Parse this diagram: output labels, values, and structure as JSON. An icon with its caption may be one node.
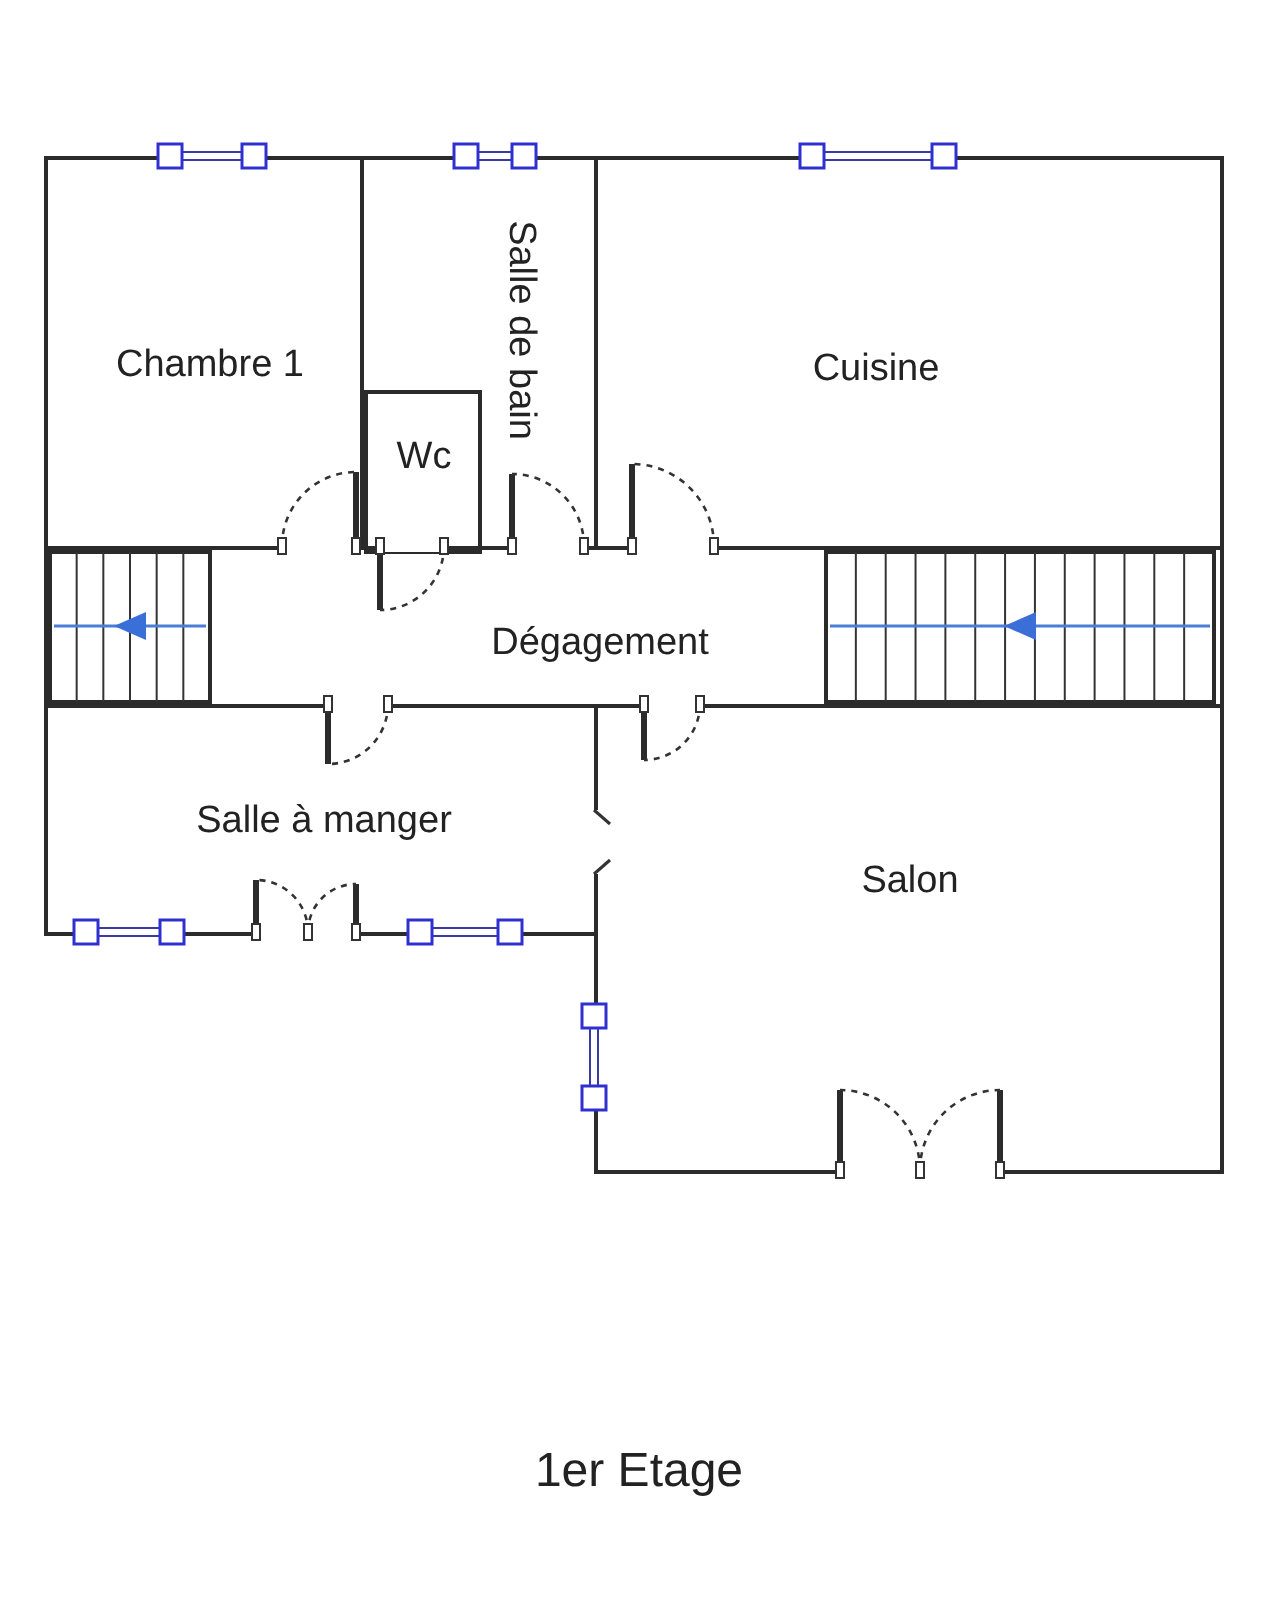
{
  "diagram": {
    "caption": "1er Etage",
    "nodes": [
      {
        "text": [
          "Chambre 1"
        ]
      },
      {
        "text": [
          "Salle de bain"
        ]
      },
      {
        "text": [
          "Wc"
        ],
        "in": 1
      },
      {
        "text": [
          "Cuisine"
        ]
      },
      {
        "text": [
          "Dégagement"
        ]
      },
      {
        "text": [
          "Salle à manger"
        ]
      },
      {
        "text": [
          "Salon"
        ]
      }
    ],
    "edges": []
  }
}
